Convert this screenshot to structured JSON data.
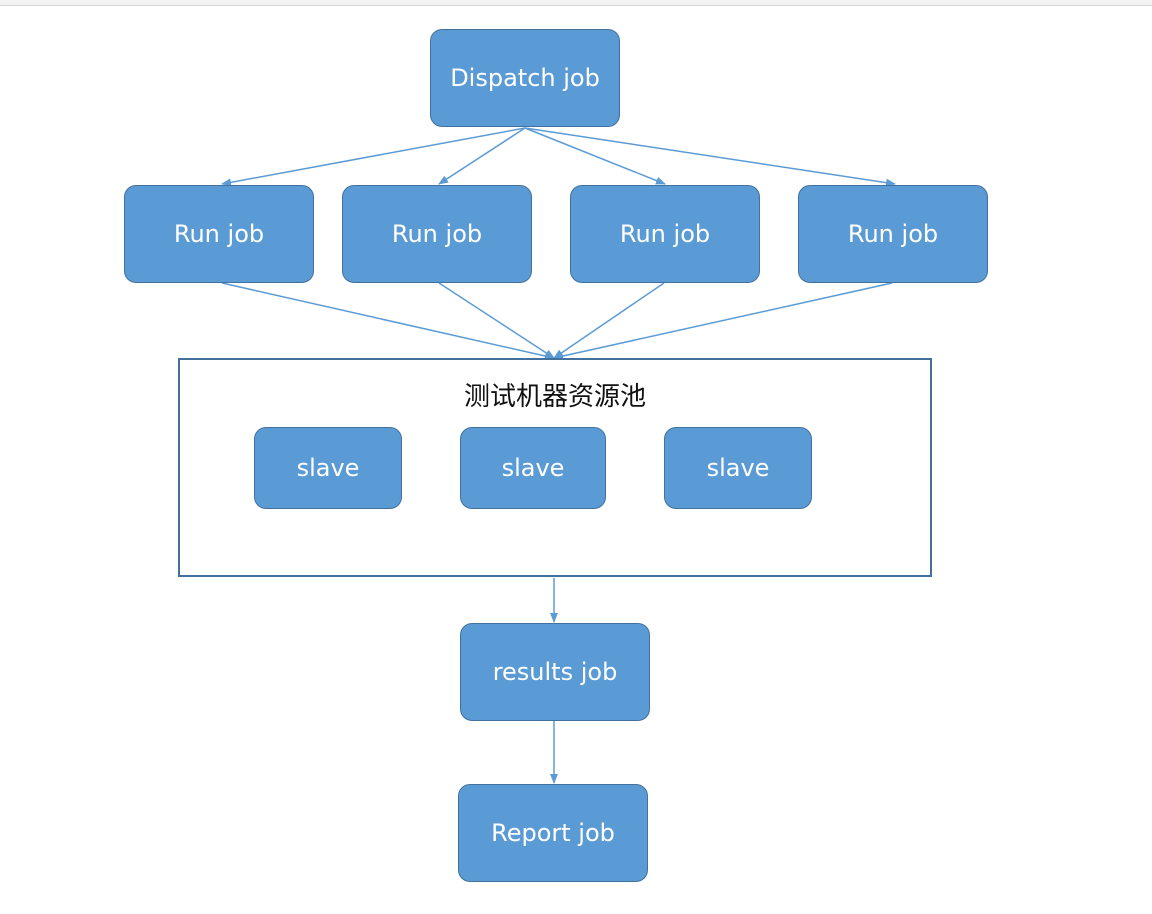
{
  "diagram": {
    "colors": {
      "node_fill": "#5b9bd5",
      "node_border": "#41719c",
      "connector": "#5b9bd5",
      "pool_border": "#41719c"
    },
    "dispatch_label": "Dispatch job",
    "run_jobs": [
      {
        "label": "Run job"
      },
      {
        "label": "Run job"
      },
      {
        "label": "Run job"
      },
      {
        "label": "Run job"
      }
    ],
    "pool": {
      "title": "测试机器资源池",
      "slaves": [
        {
          "label": "slave"
        },
        {
          "label": "slave"
        },
        {
          "label": "slave"
        }
      ]
    },
    "results_label": "results job",
    "report_label": "Report job"
  }
}
